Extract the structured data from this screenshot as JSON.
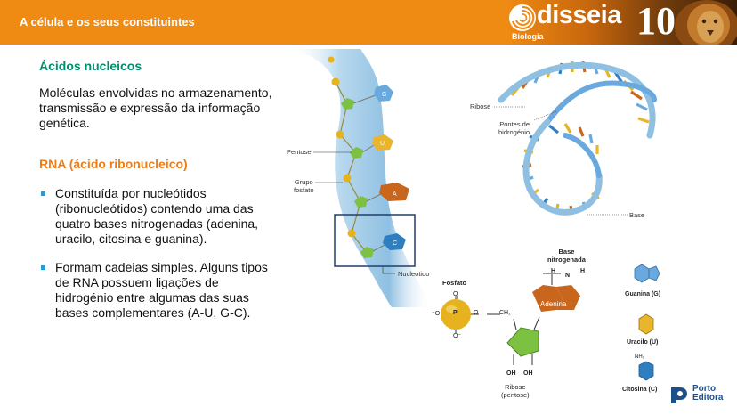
{
  "header": {
    "title": "A célula e os seus constituintes",
    "brand_name": "disseia",
    "brand_sub": "Biologia",
    "brand_num": "10"
  },
  "content": {
    "section_title": "Ácidos nucleicos",
    "intro": "Moléculas envolvidas no armazenamento, transmissão e expressão da informação genética.",
    "subtitle": "RNA (ácido ribonucleico)",
    "bullets": [
      "Constituída por nucleótidos (ribonucleótidos) contendo uma das quatro bases nitrogenadas (adenina, uracilo, citosina e guanina).",
      "Formam cadeias simples. Alguns tipos de RNA possuem ligações de hidrogénio entre algumas das suas bases complementares (A-U, G-C)."
    ]
  },
  "strand": {
    "bases": [
      "G",
      "U",
      "A",
      "C"
    ],
    "labels": {
      "pentose": "Pentose",
      "phosphate_group": "Grupo\nfosfato",
      "nucleotide": "Nucleótido"
    }
  },
  "helix": {
    "labels": {
      "ribose": "Ribose",
      "hbonds": "Pontes de\nhidrogénio",
      "base": "Base"
    }
  },
  "nucleotide": {
    "phosphate_title": "Fosfato",
    "base_title": "Base\nnitrogenada",
    "base_name": "Adenina",
    "ribose_title": "Ribose\n(pentose)",
    "atoms": {
      "P": "P",
      "O": "O",
      "minus_o": "⁻O",
      "o_minus": "O⁻",
      "ch2": "CH₂",
      "oh1": "OH",
      "oh2": "OH",
      "h": "H",
      "n": "N"
    }
  },
  "bases_list": {
    "guanine": "Guanina (G)",
    "uracil": "Uracilo (U)",
    "cytosine": "Citosina (C)",
    "nh2": "NH₂"
  },
  "publisher": {
    "line1": "Porto",
    "line2": "Editora"
  },
  "colors": {
    "header": "#ef8a13",
    "section_title": "#008f6e",
    "subtitle": "#ef7d15",
    "bullet": "#2a9ad6",
    "strand": "#a9cfe8",
    "phosphate": "#e6b21e",
    "pentose": "#7cc142",
    "guanine": "#6aa9de",
    "uracil": "#e8b52c",
    "adenine": "#c8661e",
    "cytosine": "#2f7fc0"
  }
}
